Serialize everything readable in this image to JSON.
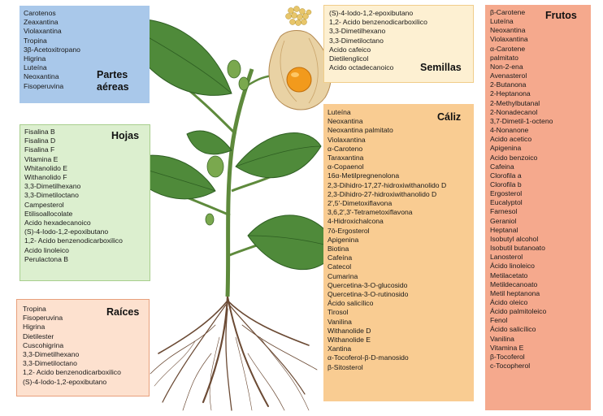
{
  "partes_aereas": {
    "title_line1": "Partes",
    "title_line2": "aéreas",
    "color": "#a9c8ea",
    "items": [
      "Carotenos",
      "Zeaxantina",
      "Violaxantina",
      "Tropina",
      "3β-Acetoxitropano",
      "Higrina",
      "Luteína",
      "Neoxantina",
      "Fisoperuvina"
    ]
  },
  "hojas": {
    "title": "Hojas",
    "color": "#dcefcf",
    "items": [
      "Fisalina B",
      "Fisalina D",
      "Fisalina F",
      "Vitamina E",
      "Whitanolido E",
      "Withanolido F",
      "3,3-Dimetilhexano",
      "3,3-Dimetiloctano",
      "Campesterol",
      "Etilisoallocolate",
      "Acido hexadecanoico",
      "(S)-4-Iodo-1,2-epoxibutano",
      "1,2- Acido benzenodicarboxilico",
      "Acido linoleico",
      "Perulactona B"
    ]
  },
  "raices": {
    "title": "Raíces",
    "color": "#fde1cf",
    "items": [
      "Tropina",
      "Fisoperuvina",
      "Higrina",
      "Dietilester",
      "Cuscohigrina",
      "3,3-Dimetilhexano",
      "3,3-Dimetiloctano",
      "1,2- Acido benzenodicarboxilico",
      "(S)-4-Iodo-1,2-epoxibutano"
    ]
  },
  "semillas": {
    "title": "Semillas",
    "color": "#fdf0d2",
    "items": [
      "(S)-4-Iodo-1,2-epoxibutano",
      "1,2- Acido benzenodicarboxilico",
      "3,3-Dimetilhexano",
      "3,3-Dimetiloctano",
      "Acido cafeico",
      "Dietilenglicol",
      "Acido octadecanoico"
    ]
  },
  "caliz": {
    "title": "Cáliz",
    "color": "#f9cc92",
    "items": [
      "Luteína",
      "Neoxantina",
      "Neoxantina palmitato",
      "Violaxantina",
      "α-Caroteno",
      "Taraxantina",
      "α-Copaenol",
      "16α-Metilpregnenolona",
      "2,3-Dihidro-17,27-hidroxiwithanolido D",
      "2,3-Dihidro-27-hidroxiwithanolido D",
      "2',5'-Dimetoxiflavona",
      "3,6,2',3'-Tetrametoxiflavona",
      "4-Hidroxichalcona",
      "7ō-Ergosterol",
      "Apigenina",
      "Biotina",
      "Cafeína",
      "Catecol",
      "Cumarina",
      "Quercetina-3-O-glucosido",
      "Quercetina-3-O-rutinosido",
      "Ácido salicílico",
      "Tirosol",
      "Vanilina",
      "Withanolide D",
      "Withanolide E",
      "Xantina",
      "α-Tocoferol-β-D-manosido",
      "β-Sitosterol"
    ]
  },
  "frutos": {
    "title": "Frutos",
    "color": "#f5a98d",
    "items": [
      "β-Carotene",
      "Luteína",
      "Neoxantina",
      "Violaxantina",
      "α-Carotene",
      "palmitato",
      "Non-2-ena",
      "Avenasterol",
      "2-Butanona",
      "2-Heptanona",
      "2-Methylbutanal",
      "2-Nonadecanol",
      "3,7-Dimetil-1-octeno",
      "4-Nonanone",
      "Acido acetico",
      "Apigenina",
      "Acido benzoico",
      "Cafeina",
      "Clorofila a",
      "Clorofila b",
      "Ergosterol",
      "Eucalyptol",
      "Farnesol",
      "Geraniol",
      "Heptanal",
      "Isobutyl alcohol",
      "Isobutil butanoato",
      "Lanosterol",
      "Ácido linoleico",
      "Metilacetato",
      "Metildecanoato",
      "Metil heptanona",
      "Ácido oleico",
      "Ácido palmitoleico",
      "Fenol",
      "Ácido salicílico",
      "Vanilina",
      "Vitamina E",
      "β-Tocoferol",
      "c-Tocopherol"
    ]
  },
  "plant_image": {
    "icon": "physalis-plant-illustration",
    "leaf_color": "#4f8a3a",
    "fruit_color": "#f29a1c",
    "root_color": "#6b4a34"
  }
}
